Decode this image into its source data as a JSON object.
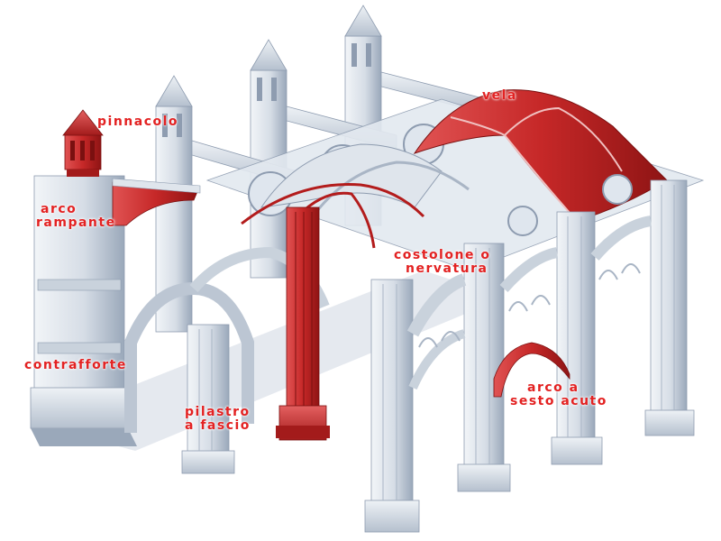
{
  "labels": {
    "pinnacolo": "pinnacolo",
    "arco_rampante_1": "arco",
    "arco_rampante_2": "rampante",
    "vela": "vela",
    "costolone_1": "costolone o",
    "costolone_2": "nervatura",
    "contrafforte": "contrafforte",
    "pilastro_1": "pilastro",
    "pilastro_2": "a fascio",
    "arco_acuto_1": "arco a",
    "arco_acuto_2": "sesto acuto"
  },
  "colors": {
    "highlight": "#c62828",
    "label_text": "#e32222",
    "stone_light": "#e6ebf1",
    "stone_mid": "#c9d2dc",
    "stone_shadow": "#8e9cb0",
    "glass": "#dfe6ee"
  }
}
